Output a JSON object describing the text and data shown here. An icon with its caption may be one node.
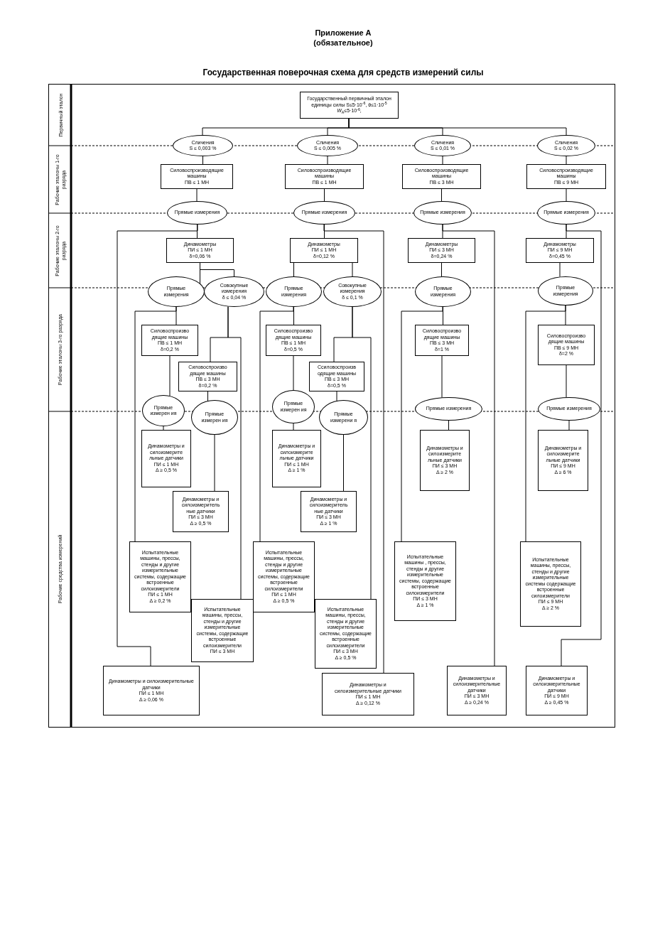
{
  "diagram": {
    "title": "Государственная поверочная схема для средств измерений силы",
    "nodes": [
      {
        "text": [
          "Государственный первичный эталон единицы силы S≤5·10$^{-6}$, θ≤1·10$^{-5}$ *W*$_{A}$≤5·10$^{-6}$,"
        ]
      },
      {
        "text": [
          "Сличения",
          "S ≤ 0,003 %"
        ]
      },
      {
        "text": [
          "Сличения",
          "S ≤ 0,005 %"
        ]
      },
      {
        "text": [
          "Сличения",
          "S ≤ 0,01 %"
        ]
      },
      {
        "text": [
          "Сличения",
          "S ≤ 0,02 %"
        ]
      },
      {
        "text": [
          "Силовоспроизводящие машины",
          "ПВ ≤ 1 МН"
        ]
      },
      {
        "text": [
          "Силовоспроизводящие машины",
          "ПВ ≤ 1 МН"
        ]
      },
      {
        "text": [
          "Силовоспроизводящие машины",
          "ПВ ≤ 3 МН"
        ]
      },
      {
        "text": [
          "Силовоспроизводящие машины",
          "ПВ ≤ 9 МН"
        ]
      },
      {
        "text": [
          "Прямые измерения"
        ]
      },
      {
        "text": [
          "Прямые измерения"
        ]
      },
      {
        "text": [
          "Прямые измерения"
        ]
      },
      {
        "text": [
          "Прямые измерения"
        ]
      },
      {
        "text": [
          "Динамометры",
          "ПИ ≤ 1 МН",
          "δ=0,06 %"
        ]
      },
      {
        "text": [
          "Динамометры",
          "ПИ ≤ 1 МН",
          "δ=0,12 %"
        ]
      },
      {
        "text": [
          "Динамометры",
          "ПИ ≤ 3 МН",
          "δ=0,24 %"
        ]
      },
      {
        "text": [
          "Динамометры",
          "ПИ ≤ 9 МН",
          "δ=0,45 %"
        ]
      },
      {
        "text": [
          "Прямые измерения"
        ]
      },
      {
        "text": [
          "Совокупные измерения",
          "δ ≤ 0,04 %"
        ]
      },
      {
        "text": [
          "Прямые измерения"
        ]
      },
      {
        "text": [
          "Совокупные измерения",
          "δ ≤ 0,1 %"
        ]
      },
      {
        "text": [
          "Прямые измерения"
        ]
      },
      {
        "text": [
          "Прямые измерения"
        ]
      },
      {
        "text": [
          "Силовоспроизво дящие машины",
          "ПВ ≤ 1 МН",
          "δ=0,2 %"
        ]
      },
      {
        "text": [
          "Силовоспроизво дящие машины",
          "ПВ ≤ 3 МН",
          "δ=0,2 %"
        ]
      },
      {
        "text": [
          "Силовоспроизво дящие машины",
          "ПВ ≤ 1 МН",
          "δ=0,5 %"
        ]
      },
      {
        "text": [
          "Ссиловоспроизв одящие машины",
          "ПВ ≤ 3 МН",
          "δ=0,5 %"
        ]
      },
      {
        "text": [
          "Силовоспроизво дящие машины",
          "ПВ ≤ 3 МН",
          "δ=1 %"
        ]
      },
      {
        "text": [
          "Силовоспроизво дящие машины",
          "ПВ ≤ 9 МН",
          "δ=2 %"
        ]
      },
      {
        "text": [
          "Прямые измерен ия"
        ]
      },
      {
        "text": [
          "Прямые измерен ия"
        ]
      },
      {
        "text": [
          "Прямые измерен ия"
        ]
      },
      {
        "text": [
          "Прямые измерени я"
        ]
      },
      {
        "text": [
          "Прямые измерения"
        ]
      },
      {
        "text": [
          "Прямые измерения"
        ]
      },
      {
        "text": [
          "Динамометры и силоизмерите льные датчики",
          "ПИ ≤ 1 МН",
          "Δ ≥ 0,5 %"
        ]
      },
      {
        "text": [
          "Динамометры и силоизмеритель ные датчики",
          "ПИ ≤ 3 МН",
          "Δ ≥ 0,5 %"
        ]
      },
      {
        "text": [
          "Динамометры и силоизмерите льные датчики",
          "ПИ ≤ 1 МН",
          "Δ ≥ 1 %"
        ]
      },
      {
        "text": [
          "Динамометры и силоизмеритель ные датчики",
          "ПИ ≤ 3 МН",
          "Δ ≥ 1 %"
        ]
      },
      {
        "text": [
          "Динамометры и силоизмерите льные датчики",
          "ПИ ≤ 3 МН",
          "Δ ≥ 2 %"
        ]
      },
      {
        "text": [
          "Динамометры и силоизмерите льные датчики",
          "ПИ ≤ 9 МН",
          "Δ ≥ 6 %"
        ]
      },
      {
        "text": [
          "Испытательные машины, прессы, стенды и другие измерительные системы, содержащие встроенные силоизмерители",
          "ПИ ≤ 1 МН",
          "Δ ≥ 0,2 %"
        ]
      },
      {
        "text": [
          "Испытательные машины, прессы, стенды и другие измерительные системы, содержащие встроенные силоизмерители",
          "ПИ ≤ 3 МН"
        ]
      },
      {
        "text": [
          "Испытательные машины, прессы, стенды и другие измерительные системы, содержащие встроенные силоизмерители",
          "ПИ ≤ 1 МН",
          "Δ ≥ 0,5 %"
        ]
      },
      {
        "text": [
          "Испытательные машины, прессы, стенды и другие измерительные системы, содержащие встроенные силоизмерители",
          "ПИ ≤ 3 МН",
          "Δ ≥ 0,5 %"
        ]
      },
      {
        "text": [
          "Испытательные машины , прессы, стенды и другие измерительные системы, содержащие встроенные силоизмерители",
          "ПИ ≤ 3 МН",
          "Δ ≥ 1 %"
        ]
      },
      {
        "text": [
          "Испытательные машины, прессы, стенды и другие измерительные системы содержащие встроенные силоизмерители",
          "ПИ ≤ 9 МН",
          "Δ ≥ 2 %"
        ]
      },
      {
        "text": [
          "Динамометры и силоизмерительные датчики",
          "ПИ ≤ 1 МН",
          "Δ ≥ 0,06 %"
        ]
      },
      {
        "text": [
          "Динамометры и силоизмерительные датчики",
          "ПИ ≤ 1 МН",
          "Δ ≥ 0,12 %"
        ]
      },
      {
        "text": [
          "Динамометры и силоизмерительные датчики",
          "ПИ ≤ 3 МН",
          "Δ ≥ 0,24 %"
        ]
      },
      {
        "text": [
          "Динамометры и силоизмерительные датчики",
          "ПИ ≤ 9 МН",
          "Δ ≥ 0,45 %"
        ]
      }
    ],
    "edges": [
      {
        "from": 0,
        "to": 1,
        "arrow": "none"
      },
      {
        "from": 0,
        "to": 2,
        "arrow": "none"
      },
      {
        "from": 0,
        "to": 3,
        "arrow": "none"
      },
      {
        "from": 0,
        "to": 4,
        "arrow": "none"
      },
      {
        "from": 1,
        "to": 5,
        "arrow": "none"
      },
      {
        "from": 2,
        "to": 6,
        "arrow": "none"
      },
      {
        "from": 3,
        "to": 7,
        "arrow": "none"
      },
      {
        "from": 4,
        "to": 8,
        "arrow": "none"
      },
      {
        "from": 5,
        "to": 9,
        "arrow": "none"
      },
      {
        "from": 6,
        "to": 10,
        "arrow": "none"
      },
      {
        "from": 7,
        "to": 11,
        "arrow": "none"
      },
      {
        "from": 8,
        "to": 12,
        "arrow": "none"
      },
      {
        "from": 9,
        "to": 13,
        "arrow": "none"
      },
      {
        "from": 10,
        "to": 14,
        "arrow": "none"
      },
      {
        "from": 11,
        "to": 15,
        "arrow": "none"
      },
      {
        "from": 12,
        "to": 16,
        "arrow": "none"
      },
      {
        "from": 9,
        "to": 47,
        "arrow": "none"
      },
      {
        "from": 10,
        "to": 48,
        "arrow": "none"
      },
      {
        "from": 11,
        "to": 49,
        "arrow": "none"
      },
      {
        "from": 12,
        "to": 50,
        "arrow": "none"
      },
      {
        "from": 13,
        "to": 17,
        "arrow": "none"
      },
      {
        "from": 13,
        "to": 18,
        "arrow": "none"
      },
      {
        "from": 14,
        "to": 19,
        "arrow": "none"
      },
      {
        "from": 14,
        "to": 20,
        "arrow": "none"
      },
      {
        "from": 15,
        "to": 21,
        "arrow": "none"
      },
      {
        "from": 16,
        "to": 22,
        "arrow": "none"
      },
      {
        "from": 17,
        "to": 23,
        "arrow": "none"
      },
      {
        "from": 17,
        "to": 41,
        "arrow": "none"
      },
      {
        "from": 18,
        "to": 24,
        "arrow": "none"
      },
      {
        "from": 18,
        "to": 42,
        "arrow": "none"
      },
      {
        "from": 19,
        "to": 25,
        "arrow": "none"
      },
      {
        "from": 19,
        "to": 43,
        "arrow": "none"
      },
      {
        "from": 20,
        "to": 26,
        "arrow": "none"
      },
      {
        "from": 20,
        "to": 44,
        "arrow": "none"
      },
      {
        "from": 21,
        "to": 27,
        "arrow": "none"
      },
      {
        "from": 21,
        "to": 45,
        "arrow": "none"
      },
      {
        "from": 22,
        "to": 28,
        "arrow": "none"
      },
      {
        "from": 22,
        "to": 46,
        "arrow": "none"
      },
      {
        "from": 23,
        "to": 29,
        "arrow": "none"
      },
      {
        "from": 24,
        "to": 30,
        "arrow": "none"
      },
      {
        "from": 25,
        "to": 31,
        "arrow": "none"
      },
      {
        "from": 26,
        "to": 32,
        "arrow": "none"
      },
      {
        "from": 27,
        "to": 33,
        "arrow": "none"
      },
      {
        "from": 28,
        "to": 34,
        "arrow": "none"
      },
      {
        "from": 29,
        "to": 35,
        "arrow": "none"
      },
      {
        "from": 30,
        "to": 36,
        "arrow": "none"
      },
      {
        "from": 31,
        "to": 37,
        "arrow": "none"
      },
      {
        "from": 32,
        "to": 38,
        "arrow": "none"
      },
      {
        "from": 33,
        "to": 39,
        "arrow": "none"
      },
      {
        "from": 34,
        "to": 40,
        "arrow": "none"
      }
    ],
    "labels": [
      "Приложение А",
      "(обязательное)",
      "Первичный эталон",
      "Рабочие эталоны 1-го разряда",
      "Рабочие эталоны 2-го разряда",
      "Рабочие эталоны 3-го разряда",
      "Рабочие средства измерений"
    ]
  }
}
